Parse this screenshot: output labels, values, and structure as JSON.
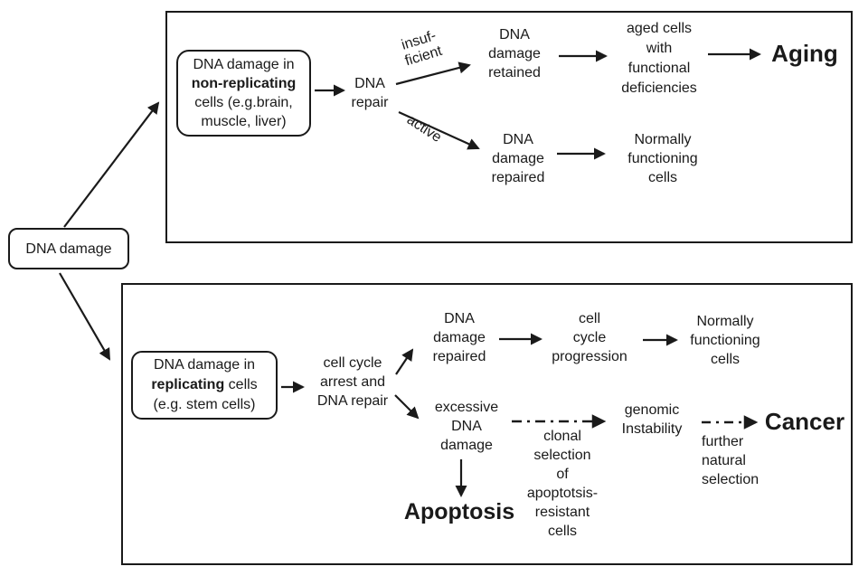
{
  "root": {
    "label": "DNA damage"
  },
  "top": {
    "source_box": {
      "line1": "DNA damage in",
      "line2": "non-replicating",
      "line3": "cells (e.g.brain,",
      "line4": "muscle, liver)"
    },
    "dna_repair": [
      "DNA",
      "repair"
    ],
    "insufficient": [
      "insuf-",
      "ficient"
    ],
    "active": "active",
    "retained": [
      "DNA",
      "damage",
      "retained"
    ],
    "aged": [
      "aged cells",
      "with",
      "functional",
      "deficiencies"
    ],
    "aging": "Aging",
    "repaired": [
      "DNA",
      "damage",
      "repaired"
    ],
    "normal": [
      "Normally",
      "functioning",
      "cells"
    ]
  },
  "bottom": {
    "source_box": {
      "line1": "DNA damage in",
      "line2_bold": "replicating",
      "line2_rest": "cells",
      "line3": "(e.g. stem cells)"
    },
    "cell_cycle": [
      "cell cycle",
      "arrest and",
      "DNA repair"
    ],
    "repaired": [
      "DNA",
      "damage",
      "repaired"
    ],
    "progression": [
      "cell",
      "cycle",
      "progression"
    ],
    "normal": [
      "Normally",
      "functioning",
      "cells"
    ],
    "excessive": [
      "excessive",
      "DNA",
      "damage"
    ],
    "clonal": [
      "clonal",
      "selection",
      "of",
      "apoptotsis-",
      "resistant",
      "cells"
    ],
    "genomic": [
      "genomic",
      "Instability"
    ],
    "further": [
      "further",
      "natural",
      "selection"
    ],
    "cancer": "Cancer",
    "apoptosis": "Apoptosis"
  },
  "colors": {
    "ink": "#1a1a1a",
    "background": "#ffffff"
  }
}
